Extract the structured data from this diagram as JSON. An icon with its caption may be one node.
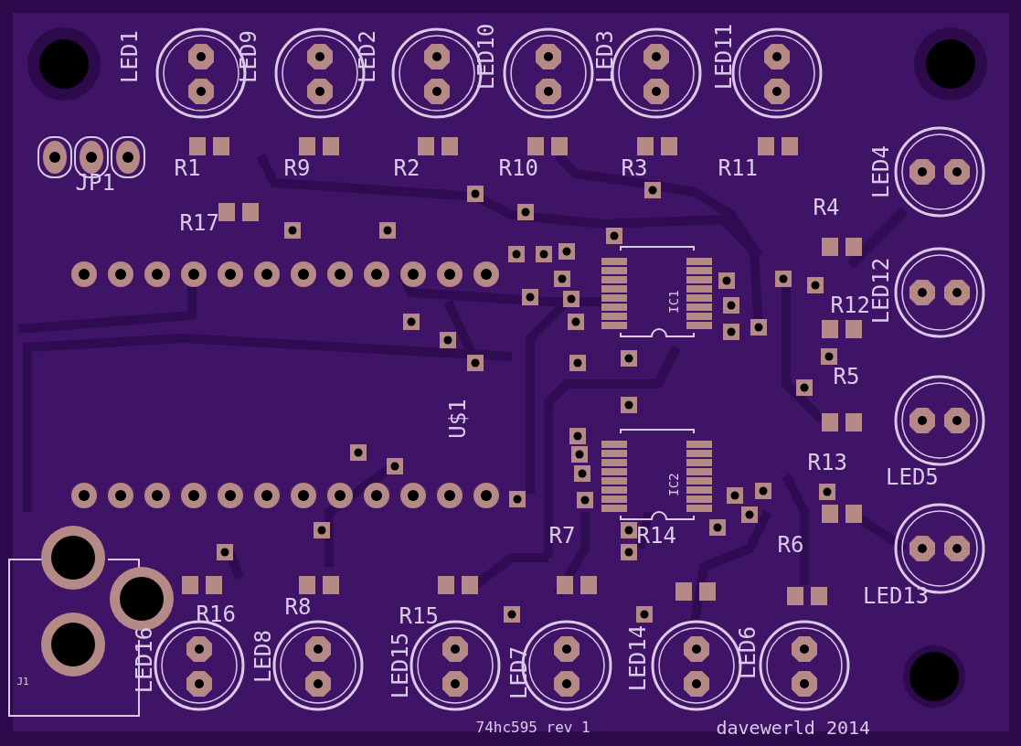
{
  "diagram": {
    "labels": [
      "LED1",
      "LED9",
      "LED2",
      "LED10",
      "LED3",
      "LED11",
      "LED4",
      "JP1",
      "R1",
      "R9",
      "R2",
      "R10",
      "R3",
      "R11",
      "R4",
      "R17",
      "LED12",
      "R12",
      "IC1",
      "R5",
      "U$1",
      "LED5",
      "R13",
      "IC2",
      "R7",
      "R14",
      "R6",
      "LED13",
      "R16",
      "R8",
      "R15",
      "LED16",
      "LED8",
      "LED15",
      "LED7",
      "LED14",
      "LED6",
      "J1",
      "74hc595 rev 1",
      "davewerld 2014"
    ]
  }
}
